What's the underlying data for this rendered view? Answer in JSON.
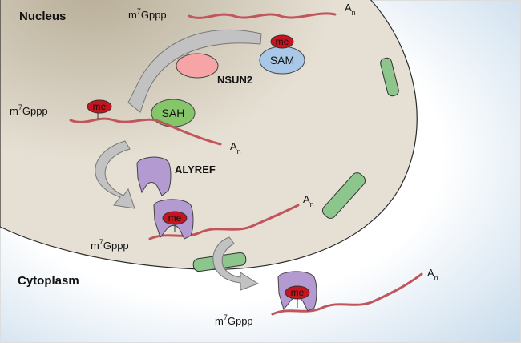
{
  "regions": {
    "nucleus": "Nucleus",
    "cytoplasm": "Cytoplasm"
  },
  "labels": {
    "cap": "m",
    "cap_sup": "7",
    "cap_suffix": "Gppp",
    "polya": "A",
    "polya_sub": "n",
    "methyl": "me",
    "sam": "SAM",
    "sah": "SAH",
    "nsun2": "NSUN2",
    "alyref": "ALYREF"
  },
  "colors": {
    "background": "#ffffff",
    "cytoplasm_edge": "#c9dcec",
    "nucleus_fill": "#e6e0d4",
    "nucleus_shadow": "#b8ae98",
    "nucleus_stroke": "#2a2a2a",
    "mrna": "#c0565c",
    "methyl_fill": "#c8141e",
    "nsun2_fill": "#f6a4a6",
    "sam_fill": "#a9c7e7",
    "sah_fill": "#86c66a",
    "alyref_fill": "#b39ad0",
    "pore_fill": "#8dc68c",
    "arrow_fill": "#c2c2c2"
  }
}
